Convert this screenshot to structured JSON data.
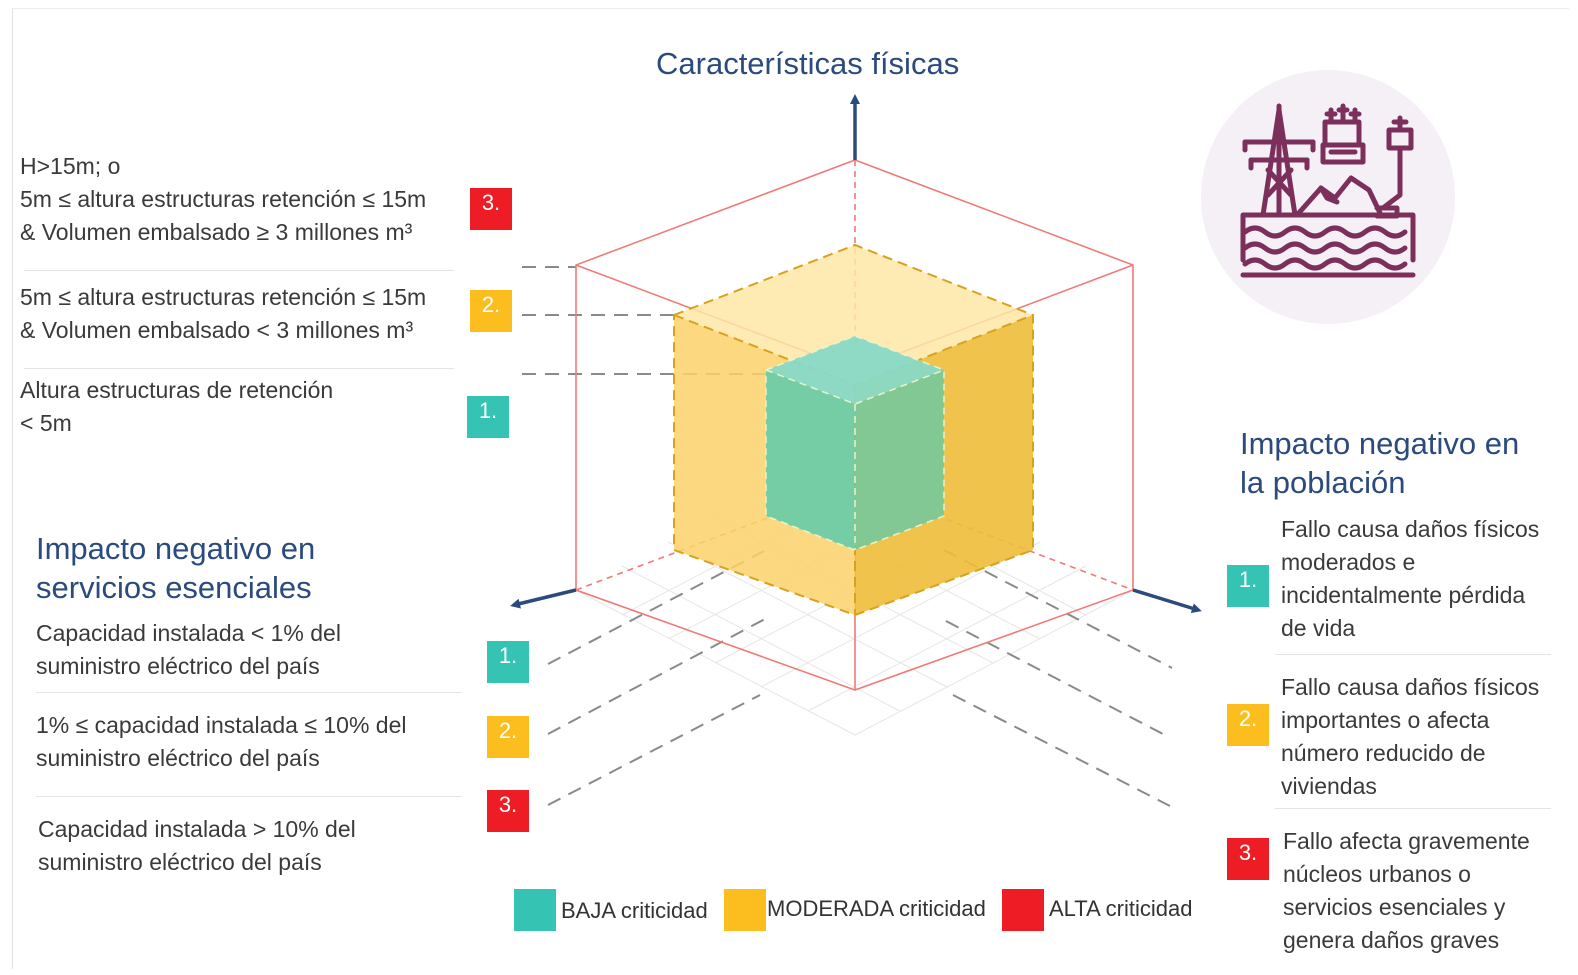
{
  "axes": {
    "top_title": "Características físicas",
    "right_title_lines": [
      "Impacto negativo en",
      "la población"
    ],
    "left_title_lines": [
      "Impacto negativo en",
      "servicios esenciales"
    ]
  },
  "physical": {
    "item3_lines": [
      "H>15m; o",
      "5m ≤ altura estructuras retención ≤ 15m",
      "& Volumen embalsado ≥ 3 millones m³"
    ],
    "item2_lines": [
      "5m ≤ altura estructuras retención ≤ 15m",
      "& Volumen embalsado < 3 millones m³"
    ],
    "item1_lines": [
      "Altura estructuras de retención",
      "< 5m"
    ]
  },
  "services": {
    "item1_lines": [
      "Capacidad instalada  < 1% del",
      "suministro eléctrico del país"
    ],
    "item2_lines": [
      "1% ≤ capacidad instalada  ≤  10% del",
      "suministro eléctrico del país"
    ],
    "item3_lines": [
      "Capacidad instalada  > 10% del",
      "suministro eléctrico del país"
    ]
  },
  "population": {
    "item1_lines": [
      "Fallo causa daños físicos",
      "moderados e",
      "incidentalmente pérdida",
      "de vida"
    ],
    "item2_lines": [
      "Fallo causa daños físicos",
      "importantes o afecta",
      "número reducido de",
      "viviendas"
    ],
    "item3_lines": [
      "Fallo afecta gravemente",
      "núcleos urbanos o",
      "servicios esenciales y",
      "genera daños graves"
    ]
  },
  "badges": {
    "one": "1.",
    "two": "2.",
    "three": "3."
  },
  "legend": {
    "low": {
      "strong": "BAJA",
      "rest": " criticidad",
      "color": "#35c3b4"
    },
    "moderate": {
      "strong": "MODERADA",
      "rest": " criticidad",
      "color": "#fbbe1e"
    },
    "high": {
      "strong": "ALTA",
      "rest": " criticidad",
      "color": "#ee1d25"
    }
  },
  "colors": {
    "axis": "#2b4a7e",
    "title": "#2b4a7e",
    "low": "#35c3b4",
    "moderate": "#fbbe1e",
    "high": "#ee1d25",
    "icon": "#7b2f5a",
    "icon_bg": "#f4f0f6"
  },
  "icon": {
    "name": "power-tower-dam-icon"
  }
}
